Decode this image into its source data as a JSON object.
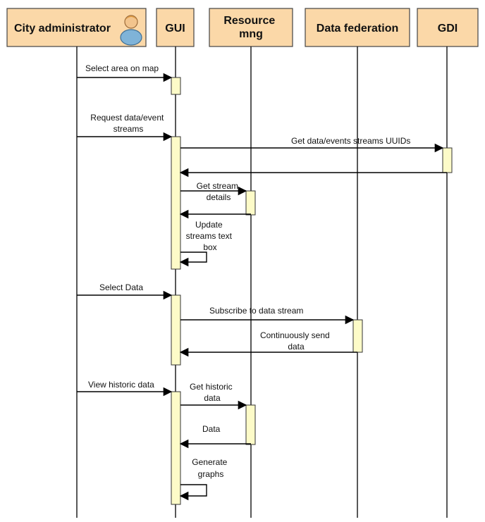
{
  "participants": [
    {
      "id": "admin",
      "label": "City administrator",
      "icon": "user-icon"
    },
    {
      "id": "gui",
      "label": "GUI"
    },
    {
      "id": "rm",
      "label": [
        "Resource",
        "mng"
      ]
    },
    {
      "id": "df",
      "label": "Data federation"
    },
    {
      "id": "gdi",
      "label": "GDI"
    }
  ],
  "messages": [
    {
      "id": "select-area",
      "from": "admin",
      "to": "gui",
      "label": [
        "Select area on map"
      ]
    },
    {
      "id": "request-streams",
      "from": "admin",
      "to": "gui",
      "label": [
        "Request data/event",
        "streams"
      ]
    },
    {
      "id": "get-uuids",
      "from": "gui",
      "to": "gdi",
      "label": [
        "Get data/events streams UUIDs"
      ]
    },
    {
      "id": "uuids-return",
      "from": "gdi",
      "to": "gui",
      "label": []
    },
    {
      "id": "get-stream-details",
      "from": "gui",
      "to": "rm",
      "label": [
        "Get stream",
        "details"
      ]
    },
    {
      "id": "details-return",
      "from": "rm",
      "to": "gui",
      "label": []
    },
    {
      "id": "update-textbox",
      "from": "gui",
      "to": "gui",
      "label": [
        "Update",
        "streams text",
        "box"
      ]
    },
    {
      "id": "select-data",
      "from": "admin",
      "to": "gui",
      "label": [
        "Select Data"
      ]
    },
    {
      "id": "subscribe",
      "from": "gui",
      "to": "df",
      "label": [
        "Subscribe to data stream"
      ]
    },
    {
      "id": "continuous-send",
      "from": "df",
      "to": "gui",
      "label": [
        "Continuously send",
        "data"
      ]
    },
    {
      "id": "view-historic",
      "from": "admin",
      "to": "gui",
      "label": [
        "View historic data"
      ]
    },
    {
      "id": "get-historic",
      "from": "gui",
      "to": "rm",
      "label": [
        "Get historic",
        "data"
      ]
    },
    {
      "id": "historic-return",
      "from": "rm",
      "to": "gui",
      "label": [
        "Data"
      ]
    },
    {
      "id": "generate-graphs",
      "from": "gui",
      "to": "gui",
      "label": [
        "Generate",
        "graphs"
      ]
    }
  ],
  "colors": {
    "participant_fill": "#fbd8a8",
    "activation_fill": "#fdfbc8",
    "line": "#000000"
  }
}
